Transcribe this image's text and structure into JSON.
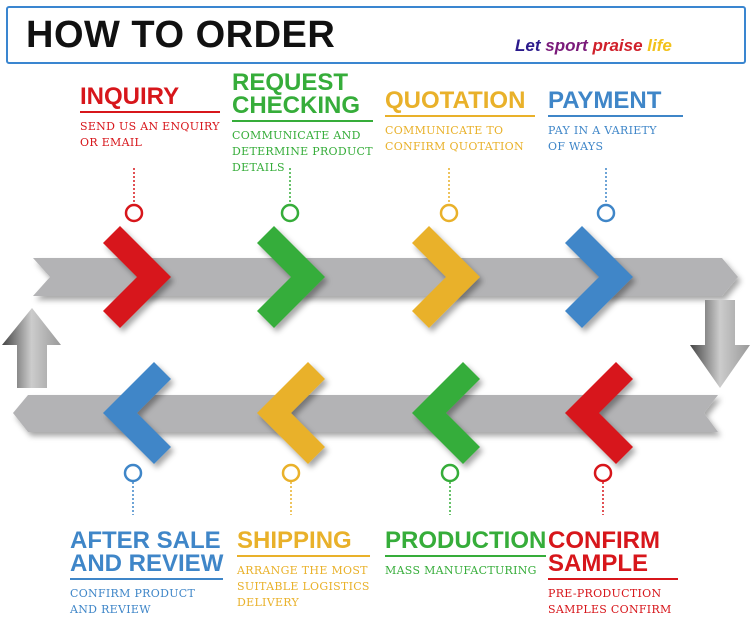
{
  "header": {
    "title": "HOW TO ORDER",
    "slogan": [
      "Let ",
      "sport ",
      "praise ",
      "life"
    ]
  },
  "colors": {
    "red": "#d7161b",
    "green": "#36ad3a",
    "yellow": "#e9b12a",
    "blue": "#3f86c8",
    "band": "#b3b3b5"
  },
  "steps": [
    {
      "title": "INQUIRY",
      "desc": "SEND US AN ENQUIRY\nOR EMAIL",
      "color": "#d7161b"
    },
    {
      "title": "REQUEST\nCHECKING",
      "desc": "COMMUNICATE AND\nDETERMINE PRODUCT\nDETAILS",
      "color": "#36ad3a"
    },
    {
      "title": "QUOTATION",
      "desc": "COMMUNICATE TO\nCONFIRM QUOTATION",
      "color": "#e9b12a"
    },
    {
      "title": "PAYMENT",
      "desc": "PAY IN A VARIETY\nOF WAYS",
      "color": "#3f86c8"
    },
    {
      "title": "CONFIRM\nSAMPLE",
      "desc": "PRE-PRODUCTION\nSAMPLES CONFIRM",
      "color": "#d7161b"
    },
    {
      "title": "PRODUCTION",
      "desc": "MASS MANUFACTURING",
      "color": "#36ad3a"
    },
    {
      "title": "SHIPPING",
      "desc": "ARRANGE THE MOST\nSUITABLE LOGISTICS\nDELIVERY",
      "color": "#e9b12a"
    },
    {
      "title": "AFTER SALE\nAND REVIEW",
      "desc": "CONFIRM PRODUCT\nAND REVIEW",
      "color": "#3f86c8"
    }
  ]
}
